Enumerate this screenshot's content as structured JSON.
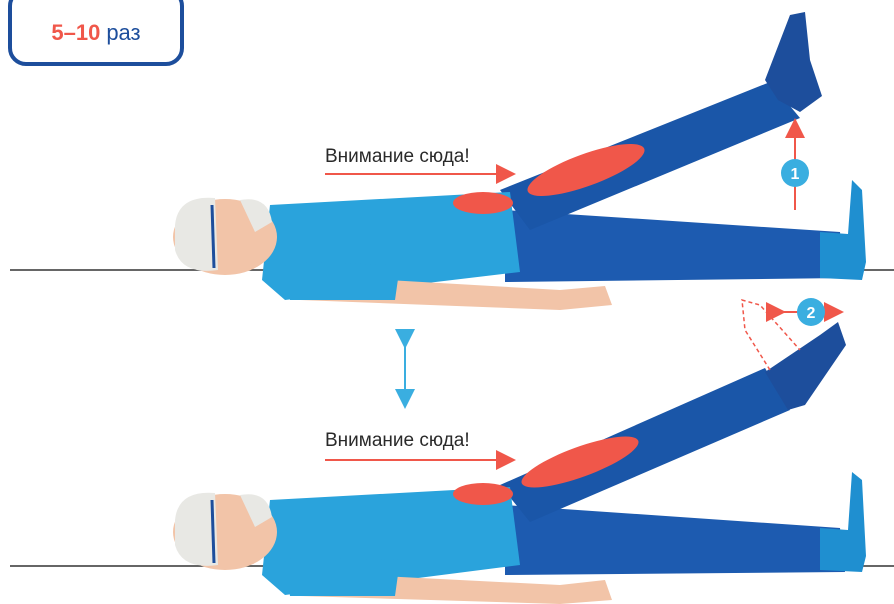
{
  "reps": {
    "count": "5–10",
    "unit": "раз"
  },
  "top_figure": {
    "attention_text": "Внимание сюда!",
    "step_number": "1"
  },
  "bottom_figure": {
    "attention_text": "Внимание сюда!",
    "step_number": "2"
  },
  "colors": {
    "badge_border": "#1d4e9c",
    "highlight": "#f0574a",
    "shirt": "#2aa3dc",
    "pants": "#1d5bb0",
    "skin": "#f2c4a8",
    "sock": "#1f8fd0",
    "step_circle": "#3aaee0",
    "arrow_blue": "#3aaee0",
    "floor_line": "#333333"
  }
}
